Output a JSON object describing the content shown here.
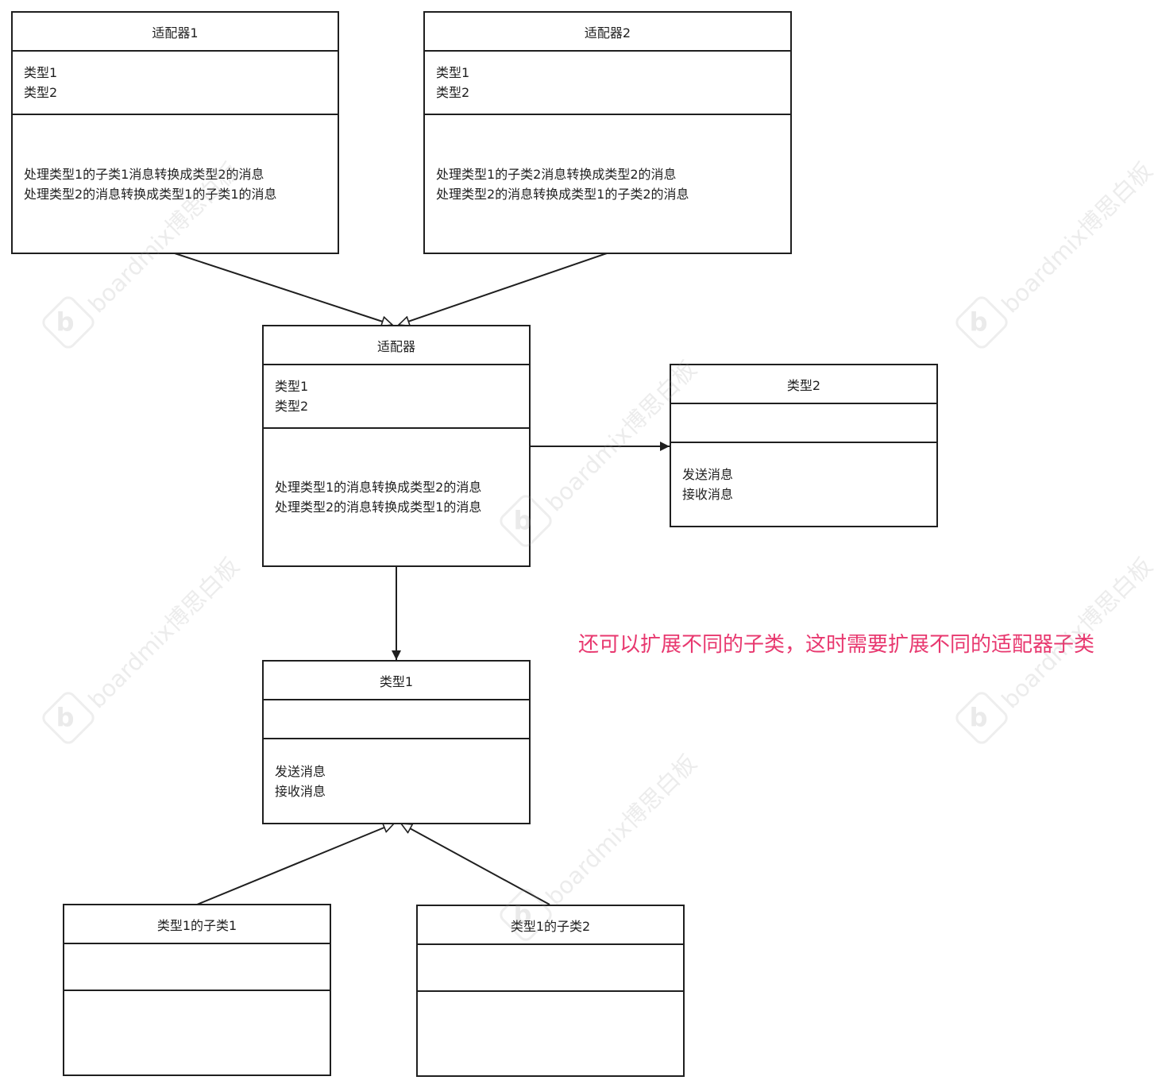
{
  "adapter1": {
    "title": "适配器1",
    "attrs": [
      "类型1",
      "类型2"
    ],
    "ops": [
      "处理类型1的子类1消息转换成类型2的消息",
      "处理类型2的消息转换成类型1的子类1的消息"
    ]
  },
  "adapter2": {
    "title": "适配器2",
    "attrs": [
      "类型1",
      "类型2"
    ],
    "ops": [
      "处理类型1的子类2消息转换成类型2的消息",
      "处理类型2的消息转换成类型1的子类2的消息"
    ]
  },
  "adapter": {
    "title": "适配器",
    "attrs": [
      "类型1",
      "类型2"
    ],
    "ops": [
      "处理类型1的消息转换成类型2的消息",
      "处理类型2的消息转换成类型1的消息"
    ]
  },
  "type2": {
    "title": "类型2",
    "ops": [
      "发送消息",
      "接收消息"
    ]
  },
  "type1": {
    "title": "类型1",
    "ops": [
      "发送消息",
      "接收消息"
    ]
  },
  "sub1": {
    "title": "类型1的子类1"
  },
  "sub2": {
    "title": "类型1的子类2"
  },
  "note": "还可以扩展不同的子类，这时需要扩展不同的适配器子类",
  "watermark": {
    "text": "boardmix博思白板",
    "logo": "b"
  },
  "colors": {
    "stroke": "#1f1f1f",
    "note": "#e8386f"
  }
}
